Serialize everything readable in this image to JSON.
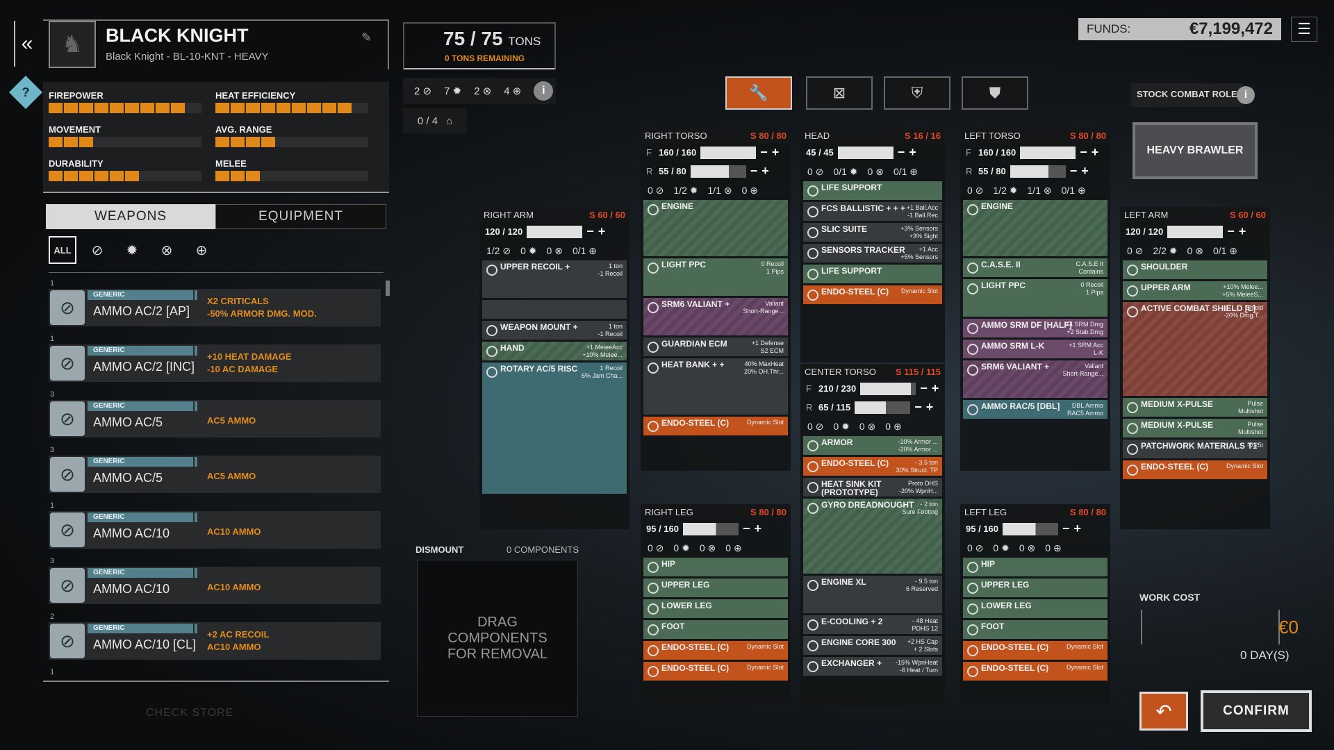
{
  "header": {
    "mech_name": "BLACK KNIGHT",
    "mech_variant": "Black Knight - BL-10-KNT - HEAVY"
  },
  "stats": [
    {
      "label": "FIREPOWER",
      "level": 0.98
    },
    {
      "label": "HEAT EFFICIENCY",
      "level": 0.98
    },
    {
      "label": "MOVEMENT",
      "level": 0.3
    },
    {
      "label": "AVG. RANGE",
      "level": 0.4
    },
    {
      "label": "DURABILITY",
      "level": 0.68
    },
    {
      "label": "MELEE",
      "level": 0.3
    }
  ],
  "tabs": {
    "weapons": "WEAPONS",
    "equipment": "EQUIPMENT"
  },
  "filters": {
    "all": "ALL"
  },
  "weapons": [
    {
      "count": "1",
      "tag": "GENERIC",
      "name": "AMMO AC/2 [AP]",
      "notes": [
        "X2 CRITICALS",
        "-50% ARMOR DMG. MOD."
      ]
    },
    {
      "count": "1",
      "tag": "GENERIC",
      "name": "AMMO AC/2 [INC]",
      "notes": [
        "+10 HEAT DAMAGE",
        "-10 AC DAMAGE"
      ]
    },
    {
      "count": "3",
      "tag": "GENERIC",
      "name": "AMMO AC/5",
      "notes": [
        "AC5 AMMO"
      ]
    },
    {
      "count": "3",
      "tag": "GENERIC",
      "name": "AMMO AC/5",
      "notes": [
        "AC5 AMMO"
      ]
    },
    {
      "count": "1",
      "tag": "GENERIC",
      "name": "AMMO AC/10",
      "notes": [
        "AC10 AMMO"
      ]
    },
    {
      "count": "3",
      "tag": "GENERIC",
      "name": "AMMO AC/10",
      "notes": [
        "AC10 AMMO"
      ]
    },
    {
      "count": "2",
      "tag": "GENERIC",
      "name": "AMMO AC/10 [CL]",
      "notes": [
        "+2 AC RECOIL",
        "AC10 AMMO"
      ]
    },
    {
      "count": "1",
      "tag": "",
      "name": "",
      "notes": []
    }
  ],
  "check_store": "CHECK STORE",
  "tonnage": {
    "value": "75 / 75",
    "unit": "TONS",
    "remaining": "0 TONS REMAINING"
  },
  "hardpoints": [
    "2",
    "7",
    "2",
    "4"
  ],
  "jump": "0 / 4",
  "funds": {
    "label": "FUNDS:",
    "value": "€7,199,472"
  },
  "role": {
    "label": "STOCK COMBAT ROLE",
    "value": "HEAVY BRAWLER"
  },
  "dismount": {
    "label": "DISMOUNT",
    "count": "0 COMPONENTS",
    "hint": "DRAG COMPONENTS FOR REMOVAL"
  },
  "work": {
    "label": "WORK COST",
    "value": "€0",
    "days": "0 DAY(S)"
  },
  "confirm": "CONFIRM",
  "locations": {
    "right_arm": {
      "name": "RIGHT ARM",
      "slots": "S 60 / 60",
      "armor": "120 / 120",
      "hp": [
        "1/2",
        "0",
        "0",
        "0/1"
      ],
      "items": [
        {
          "n": "UPPER RECOIL +",
          "m": "1 ton\n-1 Recoil",
          "c": "d",
          "h": 2
        },
        {
          "n": "",
          "m": "",
          "c": "d",
          "h": 1
        },
        {
          "n": "WEAPON MOUNT +",
          "m": "1 ton\n-1 Recoil",
          "c": "d",
          "h": 1
        },
        {
          "n": "HAND",
          "m": "+1 MeleeAcc\n+10% Melee...",
          "c": "gs",
          "h": 1
        },
        {
          "n": "ROTARY AC/5 RISC",
          "m": "1 Recoil\n6% Jam Cha...",
          "c": "t",
          "h": 7
        }
      ]
    },
    "right_torso": {
      "name": "RIGHT TORSO",
      "slots": "S 80 / 80",
      "front": "160 / 160",
      "rear": "55 / 80",
      "hp": [
        "0",
        "1/2",
        "1/1",
        "0"
      ],
      "items": [
        {
          "n": "ENGINE",
          "m": "",
          "c": "gs",
          "h": 3
        },
        {
          "n": "LIGHT PPC",
          "m": "0 Recoil\n1 Pips",
          "c": "g",
          "h": 2
        },
        {
          "n": "SRM6 VALIANT +",
          "m": "Valiant\nShort-Range...",
          "c": "ps",
          "h": 2
        },
        {
          "n": "GUARDIAN ECM",
          "m": "+1 Defense\nS2 ECM",
          "c": "d",
          "h": 1
        },
        {
          "n": "HEAT BANK + +",
          "m": "40% MaxHeat\n20% OH.Thr...",
          "c": "d",
          "h": 3
        },
        {
          "n": "ENDO-STEEL (C)",
          "m": "Dynamic Slot",
          "c": "o",
          "h": 1
        }
      ]
    },
    "head": {
      "name": "HEAD",
      "slots": "S 16 / 16",
      "armor": "45 / 45",
      "hp": [
        "0",
        "0/1",
        "0",
        "0/1"
      ],
      "items": [
        {
          "n": "LIFE SUPPORT",
          "m": "",
          "c": "g",
          "h": 1
        },
        {
          "n": "FCS BALLISTIC + + +",
          "m": "+1 Ball.Acc\n-1 Ball.Rec",
          "c": "d",
          "h": 1
        },
        {
          "n": "SLIC SUITE",
          "m": "+3% Sensors\n+3% Sight",
          "c": "d",
          "h": 1
        },
        {
          "n": "SENSORS TRACKER",
          "m": "+1 Acc\n+5% Sensors",
          "c": "d",
          "h": 1
        },
        {
          "n": "LIFE SUPPORT",
          "m": "",
          "c": "g",
          "h": 1
        },
        {
          "n": "ENDO-STEEL (C)",
          "m": "Dynamic Slot",
          "c": "o",
          "h": 1
        }
      ]
    },
    "center_torso": {
      "name": "CENTER TORSO",
      "slots": "S 115 / 115",
      "front": "210 / 230",
      "rear": "65 / 115",
      "hp": [
        "0",
        "0",
        "0",
        "0"
      ],
      "items": [
        {
          "n": "ARMOR",
          "m": "-10% Armor ...\n-20% Armor ...",
          "c": "g",
          "h": 1
        },
        {
          "n": "ENDO-STEEL (C)",
          "m": "- 3.5 ton\n30% Struct. TP",
          "c": "o",
          "h": 1
        },
        {
          "n": "HEAT SINK KIT (PROTOTYPE)",
          "m": "Proto DHS\n-20% WpnH...",
          "c": "d",
          "h": 1
        },
        {
          "n": "GYRO DREADNOUGHT",
          "m": "- 2 ton\nSure Footing",
          "c": "gs",
          "h": 4
        },
        {
          "n": "ENGINE XL",
          "m": "- 9.5 ton\n6 Reserved",
          "c": "d",
          "h": 2
        },
        {
          "n": "E-COOLING + 2",
          "m": "- 48 Heat\nPDHS 12",
          "c": "d",
          "h": 1
        },
        {
          "n": "ENGINE CORE 300",
          "m": "+2 HS Cap\n+ 2 Slots",
          "c": "d",
          "h": 1
        },
        {
          "n": "EXCHANGER +",
          "m": "-15% WpnHeat\n-6 Heat / Turn",
          "c": "d",
          "h": 1
        }
      ]
    },
    "left_torso": {
      "name": "LEFT TORSO",
      "slots": "S 80 / 80",
      "front": "160 / 160",
      "rear": "55 / 80",
      "hp": [
        "0",
        "1/2",
        "1/1",
        "0/1"
      ],
      "items": [
        {
          "n": "ENGINE",
          "m": "",
          "c": "gs",
          "h": 3
        },
        {
          "n": "C.A.S.E. II",
          "m": "C.A.S.E II\nContains",
          "c": "g",
          "h": 1
        },
        {
          "n": "LIGHT PPC",
          "m": "0 Recoil\n1 Pips",
          "c": "g",
          "h": 2
        },
        {
          "n": "AMMO SRM DF [HALF]",
          "m": "+4 SRM Dmg\n+2 Stab.Dmg",
          "c": "p",
          "h": 1
        },
        {
          "n": "AMMO SRM L-K",
          "m": "+1 SRM Acc\nL-K",
          "c": "p",
          "h": 1
        },
        {
          "n": "SRM6 VALIANT +",
          "m": "Valiant\nShort-Range...",
          "c": "ps",
          "h": 2
        },
        {
          "n": "AMMO RAC/5 [DBL]",
          "m": "DBL Ammo\nRAC5 Ammo",
          "c": "t",
          "h": 1
        }
      ]
    },
    "left_arm": {
      "name": "LEFT ARM",
      "slots": "S 60 / 60",
      "armor": "120 / 120",
      "hp": [
        "0",
        "2/2",
        "0",
        "0/1"
      ],
      "items": [
        {
          "n": "SHOULDER",
          "m": "",
          "c": "g",
          "h": 1
        },
        {
          "n": "UPPER ARM",
          "m": "+10% Melee...\n+5% MeleeS...",
          "c": "g",
          "h": 1
        },
        {
          "n": "ACTIVE COMBAT SHIELD [L]",
          "m": "Shield\n-20% Dmg.T...",
          "c": "rs",
          "h": 5
        },
        {
          "n": "MEDIUM X-PULSE",
          "m": "Pulse\nMultishot",
          "c": "g",
          "h": 1
        },
        {
          "n": "MEDIUM X-PULSE",
          "m": "Pulse\nMultishot",
          "c": "g",
          "h": 1
        },
        {
          "n": "PATCHWORK MATERIALS T1",
          "m": "-0.25t",
          "c": "d",
          "h": 1
        },
        {
          "n": "ENDO-STEEL (C)",
          "m": "Dynamic Slot",
          "c": "o",
          "h": 1
        }
      ]
    },
    "right_leg": {
      "name": "RIGHT LEG",
      "slots": "S 80 / 80",
      "armor": "95 / 160",
      "hp": [
        "0",
        "0",
        "0",
        "0"
      ],
      "items": [
        {
          "n": "HIP",
          "m": "",
          "c": "g",
          "h": 1
        },
        {
          "n": "UPPER LEG",
          "m": "",
          "c": "g",
          "h": 1
        },
        {
          "n": "LOWER LEG",
          "m": "",
          "c": "g",
          "h": 1
        },
        {
          "n": "FOOT",
          "m": "",
          "c": "g",
          "h": 1
        },
        {
          "n": "ENDO-STEEL (C)",
          "m": "Dynamic Slot",
          "c": "o",
          "h": 1
        },
        {
          "n": "ENDO-STEEL (C)",
          "m": "Dynamic Slot",
          "c": "o",
          "h": 1
        }
      ]
    },
    "left_leg": {
      "name": "LEFT LEG",
      "slots": "S 80 / 80",
      "armor": "95 / 160",
      "hp": [
        "0",
        "0",
        "0",
        "0"
      ],
      "items": [
        {
          "n": "HIP",
          "m": "",
          "c": "g",
          "h": 1
        },
        {
          "n": "UPPER LEG",
          "m": "",
          "c": "g",
          "h": 1
        },
        {
          "n": "LOWER LEG",
          "m": "",
          "c": "g",
          "h": 1
        },
        {
          "n": "FOOT",
          "m": "",
          "c": "g",
          "h": 1
        },
        {
          "n": "ENDO-STEEL (C)",
          "m": "Dynamic Slot",
          "c": "o",
          "h": 1
        },
        {
          "n": "ENDO-STEEL (C)",
          "m": "Dynamic Slot",
          "c": "o",
          "h": 1
        }
      ]
    }
  }
}
